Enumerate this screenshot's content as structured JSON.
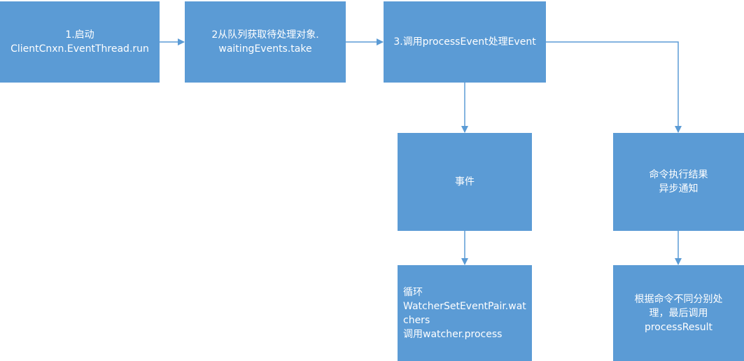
{
  "boxes": {
    "start": "1.启动\nClientCnxn.EventThread.run",
    "take": "2从队列获取待处理对象.\nwaitingEvents.take",
    "process": "3.调用processEvent处理Event",
    "event": "事件",
    "result_notify": "命令执行结果\n异步通知",
    "loop_watchers": "循环\nWatcherSetEventPair.wat\nchers\n调用watcher.process",
    "process_result": "根据命令不同分别处\n理，最后调用\nprocessResult"
  },
  "colors": {
    "box_fill": "#5b9bd5",
    "arrow": "#5b9bd5",
    "text": "#ffffff"
  }
}
